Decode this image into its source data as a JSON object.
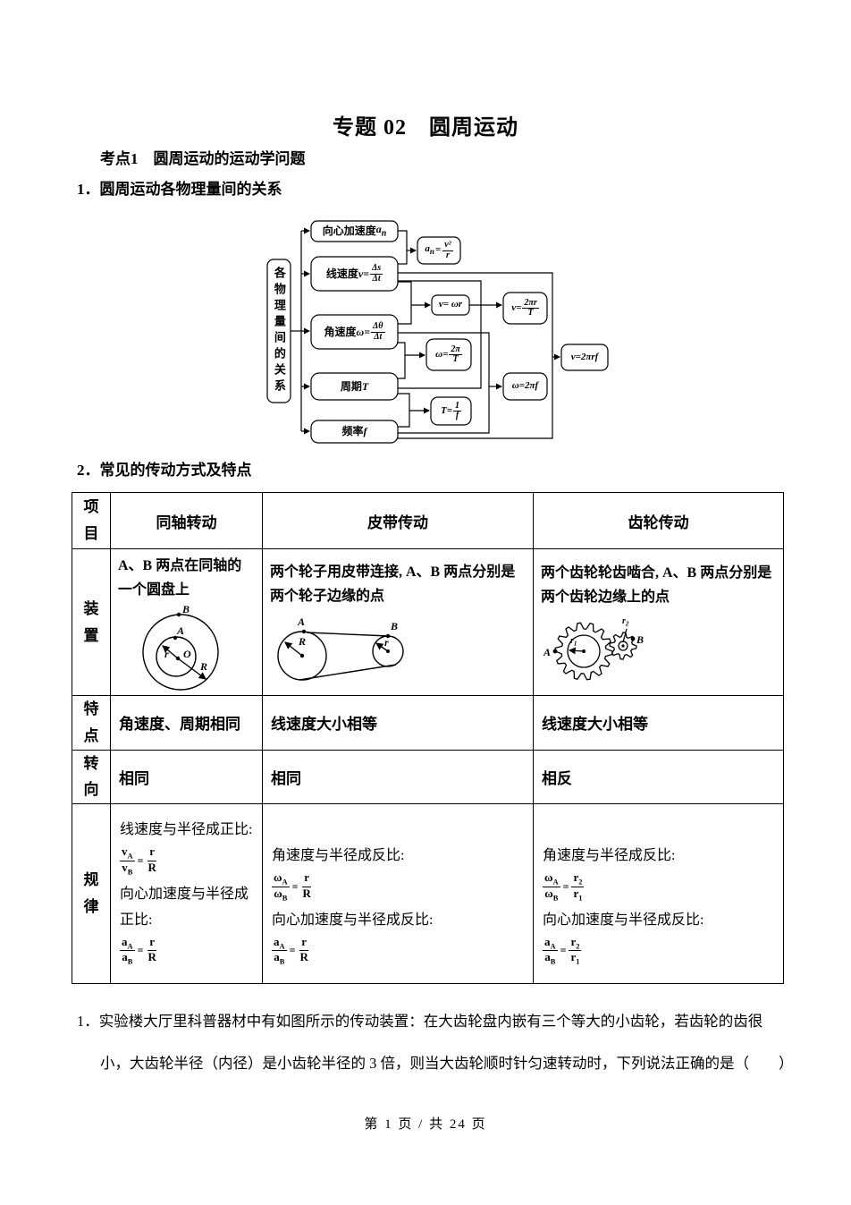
{
  "page": {
    "title": "专题 02　圆周运动",
    "kaodian": "考点1　圆周运动的运动学问题",
    "section1": "1．圆周运动各物理量间的关系",
    "section2": "2．常见的传动方式及特点",
    "footer": "第 1 页 / 共 24 页"
  },
  "flowchart": {
    "root": "各物理量间的关系",
    "n_an_cn": "向心加速度",
    "n_an_v": "a",
    "n_an_sub": "n",
    "n_v_cn": "线速度 ",
    "n_v_var": "v=",
    "n_v_num": "Δs",
    "n_v_den": "Δt",
    "n_w_cn": "角速度 ",
    "n_w_var": "ω=",
    "n_w_num": "Δθ",
    "n_w_den": "Δt",
    "n_T_cn": "周期 ",
    "n_T_var": "T",
    "n_f_cn": "频率",
    "n_f_var": "f",
    "f_an_var": "a",
    "f_an_sub": "n",
    "f_an_eq": "=",
    "f_an_num": "v²",
    "f_an_den": "r",
    "f_vwr": "v= ωr",
    "f_v2prT_pre": "v=",
    "f_v2prT_num": "2πr",
    "f_v2prT_den": "T",
    "f_w2pT_pre": "ω=",
    "f_w2pT_num": "2π",
    "f_w2pT_den": "T",
    "f_T1f_pre": "T=",
    "f_T1f_num": "1",
    "f_T1f_den": "f",
    "f_w2pf": "ω=2πf",
    "f_v2prf": "v=2πrf"
  },
  "table": {
    "header": {
      "item": "项目",
      "coaxial": "同轴转动",
      "belt": "皮带传动",
      "gear": "齿轮传动"
    },
    "rowlabels": {
      "device": "装置",
      "feature": "特点",
      "direction": "转向",
      "rule": "规律"
    },
    "device": {
      "coaxial": "A、B 两点在同轴的一个圆盘上",
      "belt": "两个轮子用皮带连接, A、B 两点分别是两个轮子边缘的点",
      "gear": "两个齿轮轮齿啮合, A、B 两点分别是两个齿轮边缘上的点",
      "lbl": {
        "A": "A",
        "B": "B",
        "O": "O",
        "r": "r",
        "R": "R",
        "r1": "r",
        "r1s": "1",
        "r2": "r",
        "r2s": "2"
      }
    },
    "feature": {
      "coaxial": "角速度、周期相同",
      "belt": "线速度大小相等",
      "gear": "线速度大小相等"
    },
    "direction": {
      "coaxial": "相同",
      "belt": "相同",
      "gear": "相反"
    },
    "rule": {
      "coaxial": {
        "t1": "线速度与半径成正比:",
        "t2": "向心加速度与半径成正比:",
        "f1": {
          "ln": "v",
          "lns": "A",
          "ld": "v",
          "lds": "B",
          "eq": "=",
          "rn": "r",
          "rns": "",
          "rd": "R",
          "rds": ""
        },
        "f2": {
          "ln": "a",
          "lns": "A",
          "ld": "a",
          "lds": "B",
          "eq": "=",
          "rn": "r",
          "rns": "",
          "rd": "R",
          "rds": ""
        }
      },
      "belt": {
        "t1": "角速度与半径成反比:",
        "t2": "向心加速度与半径成反比:",
        "f1": {
          "ln": "ω",
          "lns": "A",
          "ld": "ω",
          "lds": "B",
          "eq": "=",
          "rn": "r",
          "rns": "",
          "rd": "R",
          "rds": ""
        },
        "f2": {
          "ln": "a",
          "lns": "A",
          "ld": "a",
          "lds": "B",
          "eq": "=",
          "rn": "r",
          "rns": "",
          "rd": "R",
          "rds": ""
        }
      },
      "gear": {
        "t1": "角速度与半径成反比:",
        "t2": "向心加速度与半径成反比:",
        "f1": {
          "ln": "ω",
          "lns": "A",
          "ld": "ω",
          "lds": "B",
          "eq": "=",
          "rn": "r",
          "rns": "2",
          "rd": "r",
          "rds": "1"
        },
        "f2": {
          "ln": "a",
          "lns": "A",
          "ld": "a",
          "lds": "B",
          "eq": "=",
          "rn": "r",
          "rns": "2",
          "rd": "r",
          "rds": "1"
        }
      }
    }
  },
  "question": {
    "no": "1．",
    "line1": "实验楼大厅里科普器材中有如图所示的传动装置：在大齿轮盘内嵌有三个等大的小齿轮，若齿轮的齿很",
    "line2": "小，大齿轮半径（内径）是小齿轮半径的 3 倍，则当大齿轮顺时针匀速转动时，下列说法正确的是（　　）"
  }
}
